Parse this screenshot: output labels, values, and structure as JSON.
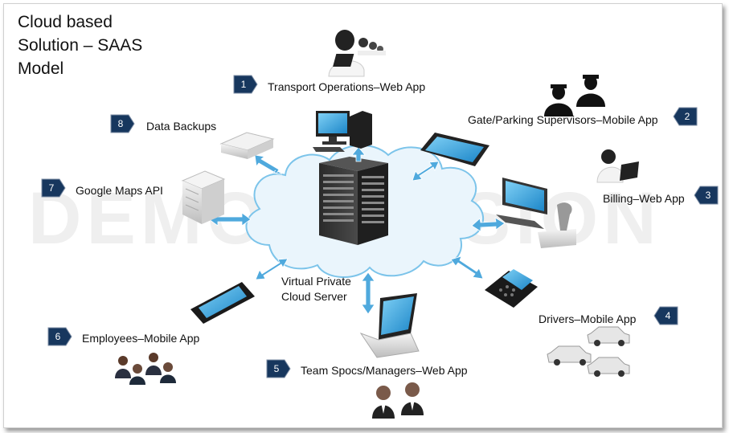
{
  "title": "Cloud based\nSolution – SAAS\nModel",
  "watermark": "DEMO VERSION",
  "center": {
    "label": "Virtual Private\nCloud Server"
  },
  "nodes": [
    {
      "num": "1",
      "label": "Transport Operations–Web App",
      "icon": "call-center-agents-icon"
    },
    {
      "num": "2",
      "label": "Gate/Parking Supervisors–Mobile App",
      "icon": "security-guards-icon"
    },
    {
      "num": "3",
      "label": "Billing–Web App",
      "icon": "billing-agent-icon"
    },
    {
      "num": "4",
      "label": "Drivers–Mobile App",
      "icon": "cars-icon"
    },
    {
      "num": "5",
      "label": "Team Spocs/Managers–Web App",
      "icon": "managers-icon"
    },
    {
      "num": "6",
      "label": "Employees–Mobile App",
      "icon": "employees-group-icon"
    },
    {
      "num": "7",
      "label": "Google Maps API",
      "icon": "map-server-icon"
    },
    {
      "num": "8",
      "label": "Data Backups",
      "icon": "backup-device-icon"
    }
  ],
  "colors": {
    "badge": "#17375e",
    "arrow": "#4fa9dd",
    "cloud": "#eaf5fc",
    "screen": "#3aa5e0"
  }
}
